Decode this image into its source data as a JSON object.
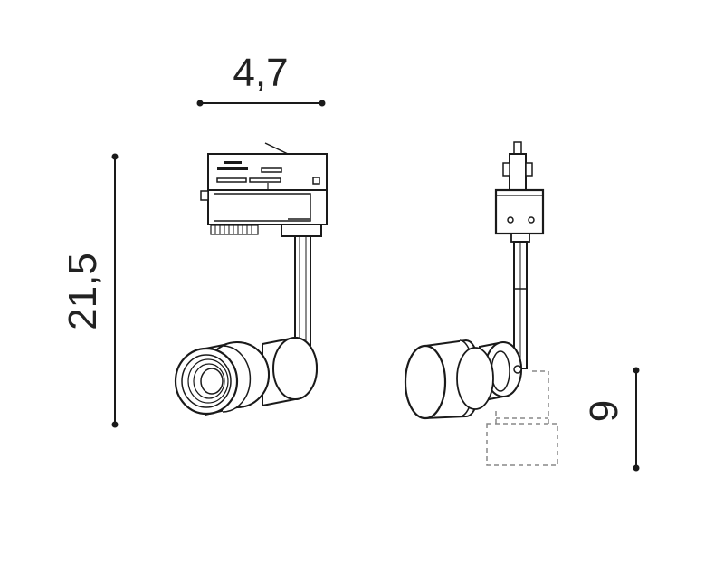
{
  "dimensions": {
    "width_label": "4,7",
    "height_label": "21,5",
    "side_label": "9"
  },
  "colors": {
    "line": "#1a1a1a",
    "fill": "#ffffff",
    "grey": "#888888"
  }
}
